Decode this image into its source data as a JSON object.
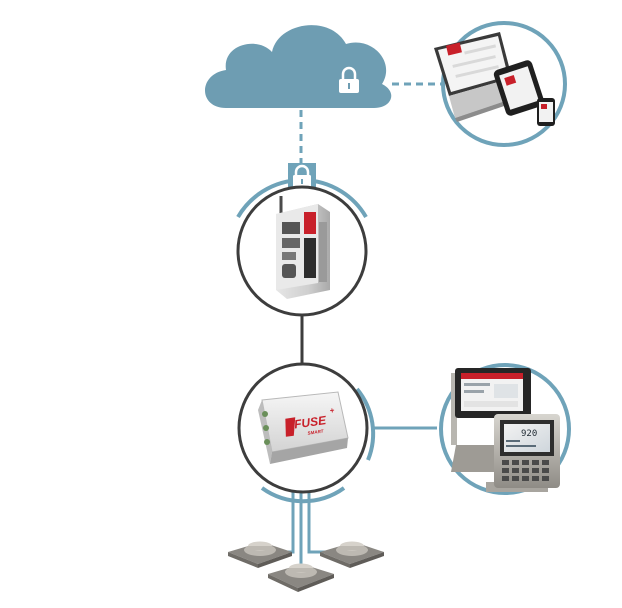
{
  "colors": {
    "cloud": "#6e9db2",
    "accent_blue": "#6fa3b9",
    "line_dark": "#3d3d3d",
    "device_grey": "#d9d9d9",
    "brand_red": "#c8202a"
  },
  "icons": {
    "cloud": "cloud-icon",
    "cloud_lock": "padlock-icon",
    "gateway_lock": "padlock-icon"
  },
  "nodes": {
    "cloud": {
      "name": "cloud"
    },
    "remote_devices": {
      "items": [
        "laptop",
        "tablet",
        "smartphone"
      ]
    },
    "gateway": {
      "name": "gateway-controller"
    },
    "fuse_box": {
      "label_brand": "FUSE",
      "label_sup": "+",
      "label_small": "SMART"
    },
    "indicators": {
      "readout": "920",
      "items": [
        "touchscreen-indicator",
        "digital-weight-indicator"
      ]
    },
    "load_cells": {
      "count": 3
    }
  }
}
